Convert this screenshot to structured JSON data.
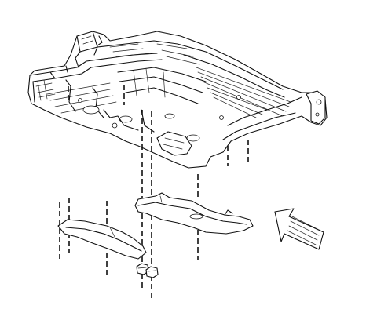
{
  "diagram": {
    "parts": [
      {
        "id": "floor-pan",
        "icon": "floor-pan-illustration"
      },
      {
        "id": "rear-shield",
        "icon": "shield-plate-illustration"
      },
      {
        "id": "front-shield",
        "icon": "shield-plate-illustration"
      },
      {
        "id": "fasteners",
        "icon": "nut-icon"
      },
      {
        "id": "direction",
        "icon": "direction-arrow-icon"
      }
    ],
    "colors": {
      "line": "#111111",
      "background": "#ffffff"
    }
  }
}
